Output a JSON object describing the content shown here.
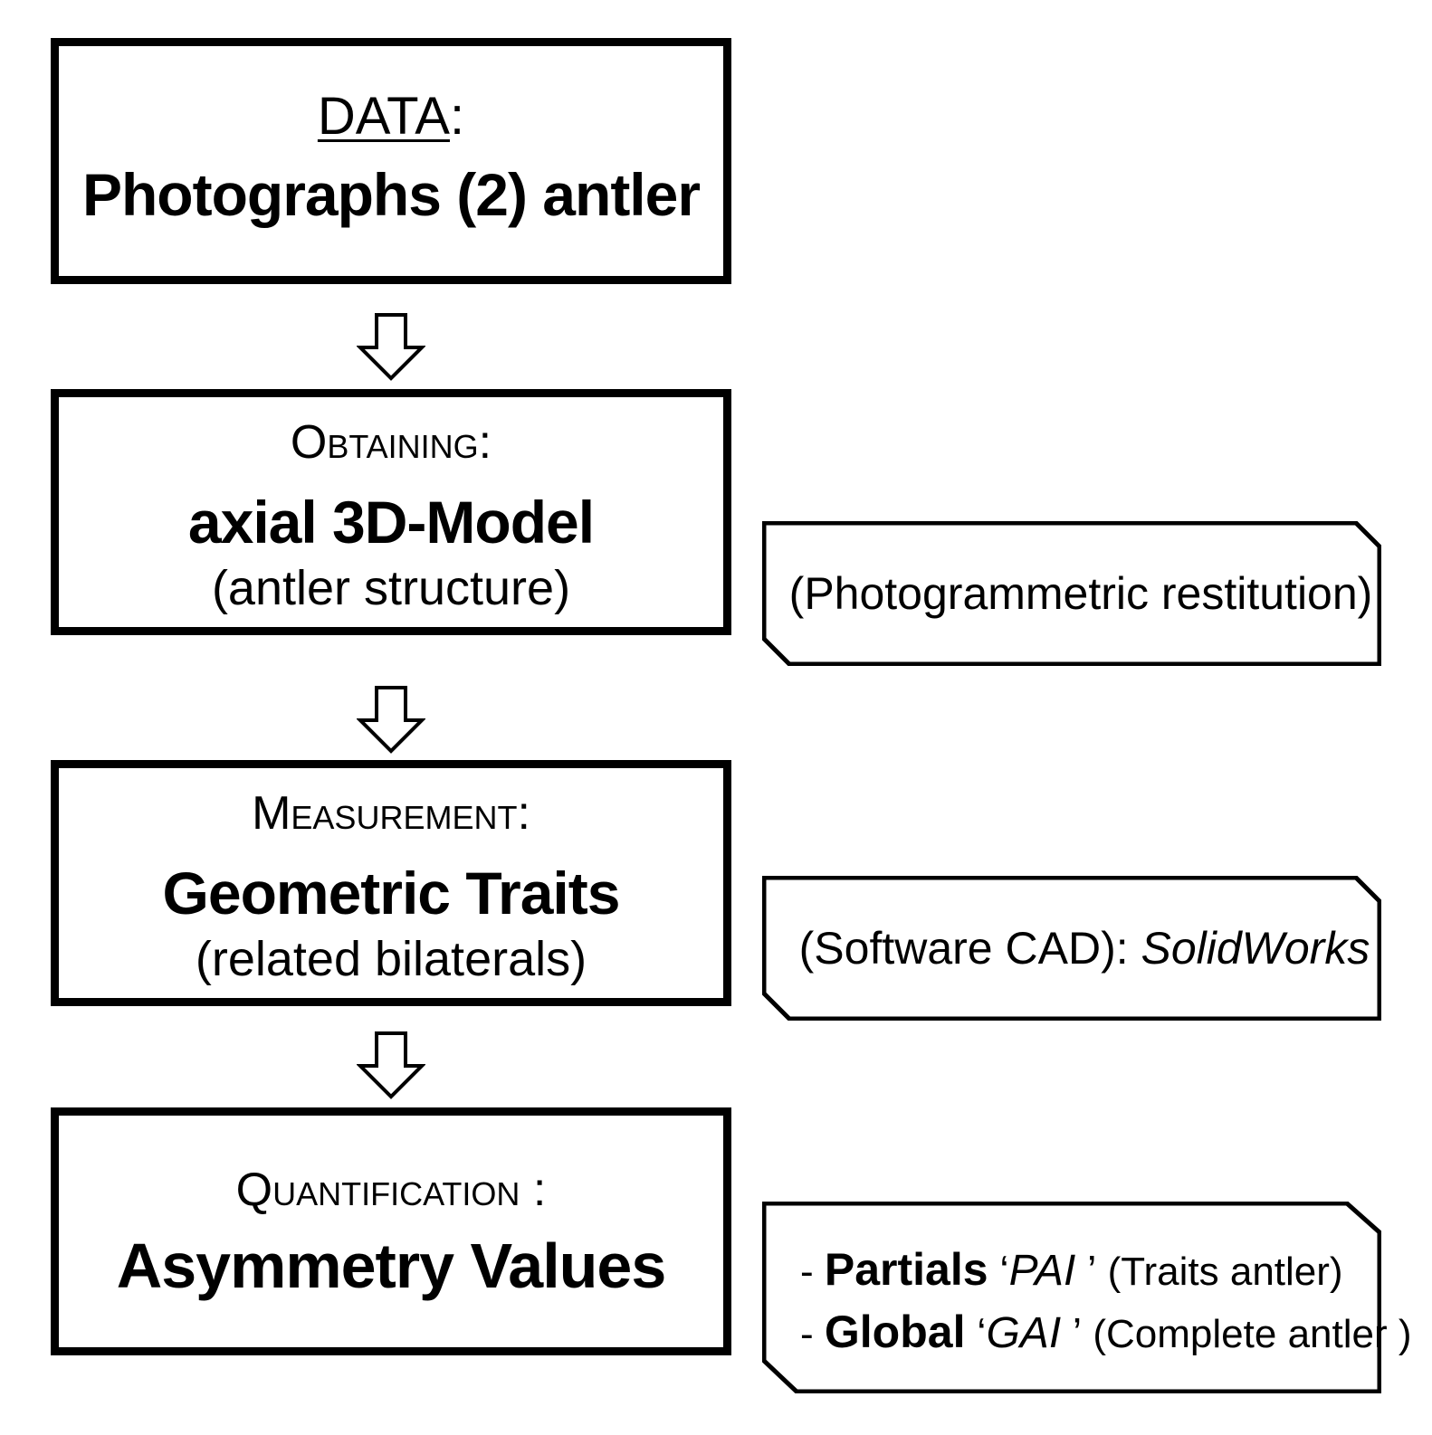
{
  "steps": [
    {
      "label": "DATA",
      "label_suffix": ":",
      "main": "Photographs (2) antler",
      "sub": ""
    },
    {
      "label": "Obtaining:",
      "main": "axial 3D-Model",
      "sub": "(antler structure)"
    },
    {
      "label": "Measurement:",
      "main": "Geometric Traits",
      "sub": "(related bilaterals)"
    },
    {
      "label": "Quantification :",
      "main": "Asymmetry Values",
      "sub": ""
    }
  ],
  "notes": {
    "photogrammetry": "(Photogrammetric restitution)",
    "software_prefix": "(Software CAD): ",
    "software_name": "SolidWorks",
    "indices": [
      {
        "dash": "- ",
        "name": "Partials",
        "open_quote": " ‘",
        "abbr": "PAI",
        "close_quote": " ’",
        "desc": " (Traits antler)"
      },
      {
        "dash": "- ",
        "name": "Global",
        "open_quote": " ‘",
        "abbr": "GAI",
        "close_quote": " ’",
        "desc": " (Complete antler )"
      }
    ]
  }
}
